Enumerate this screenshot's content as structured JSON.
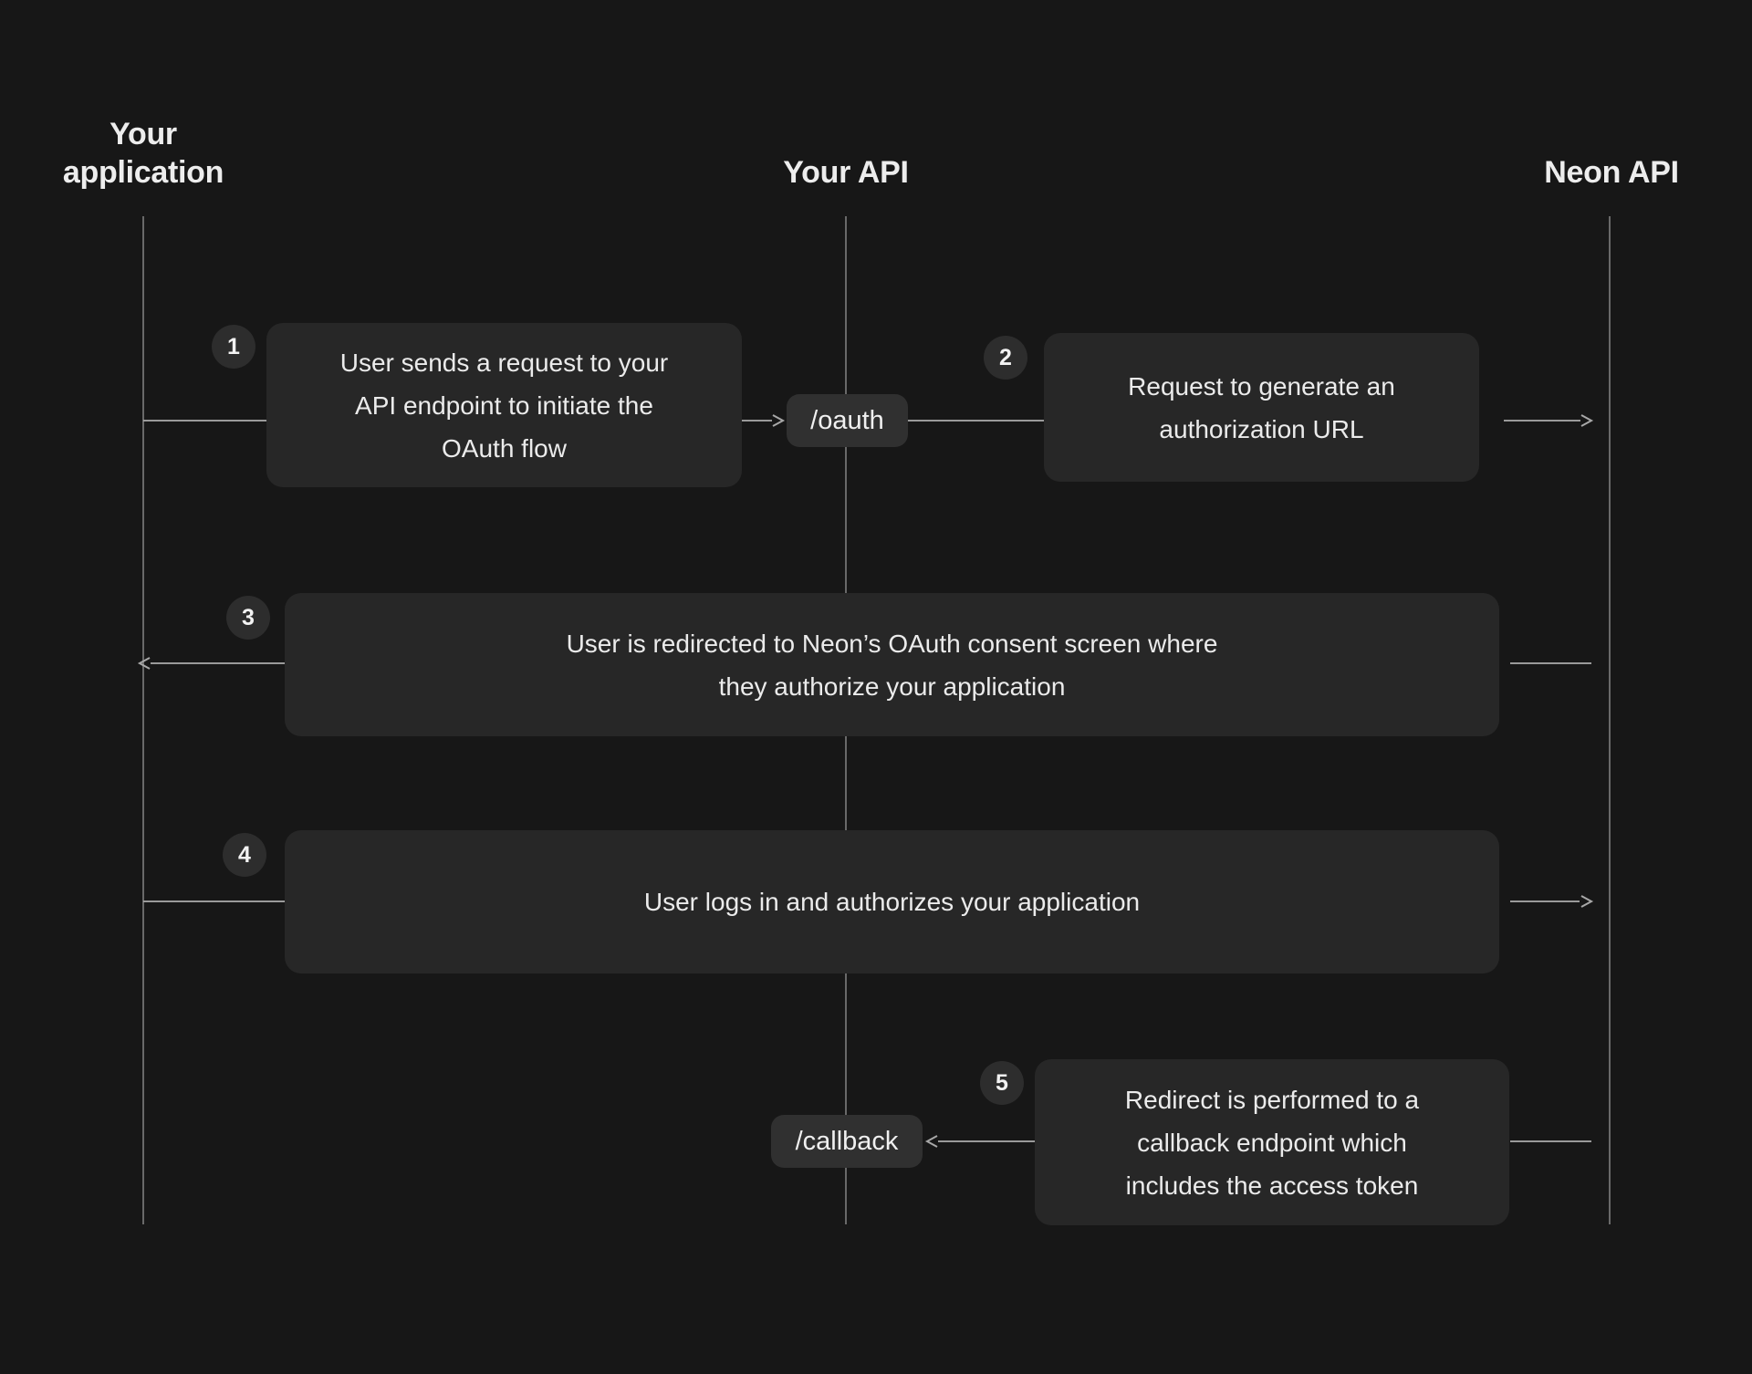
{
  "colors": {
    "background": "#171717",
    "message_box": "#272727",
    "endpoint_pill": "#303030",
    "step_badge": "#2d2d2d",
    "text": "#ebebeb",
    "message_line": "#a8a8a8",
    "lifeline": "#858585"
  },
  "actors": [
    {
      "label": "Your\napplication"
    },
    {
      "label": "Your API"
    },
    {
      "label": "Neon API"
    }
  ],
  "steps": [
    {
      "number": "1",
      "text": "User sends a request to your\nAPI endpoint to initiate the\nOAuth flow"
    },
    {
      "number": "2",
      "text": "Request to generate an\nauthorization URL"
    },
    {
      "number": "3",
      "text": "User is redirected to Neon’s OAuth consent screen where\nthey authorize your application"
    },
    {
      "number": "4",
      "text": "User logs in and authorizes your application"
    },
    {
      "number": "5",
      "text": "Redirect is performed to a\ncallback endpoint which\nincludes the access token"
    }
  ],
  "endpoints": [
    {
      "label": "/oauth"
    },
    {
      "label": "/callback"
    }
  ]
}
